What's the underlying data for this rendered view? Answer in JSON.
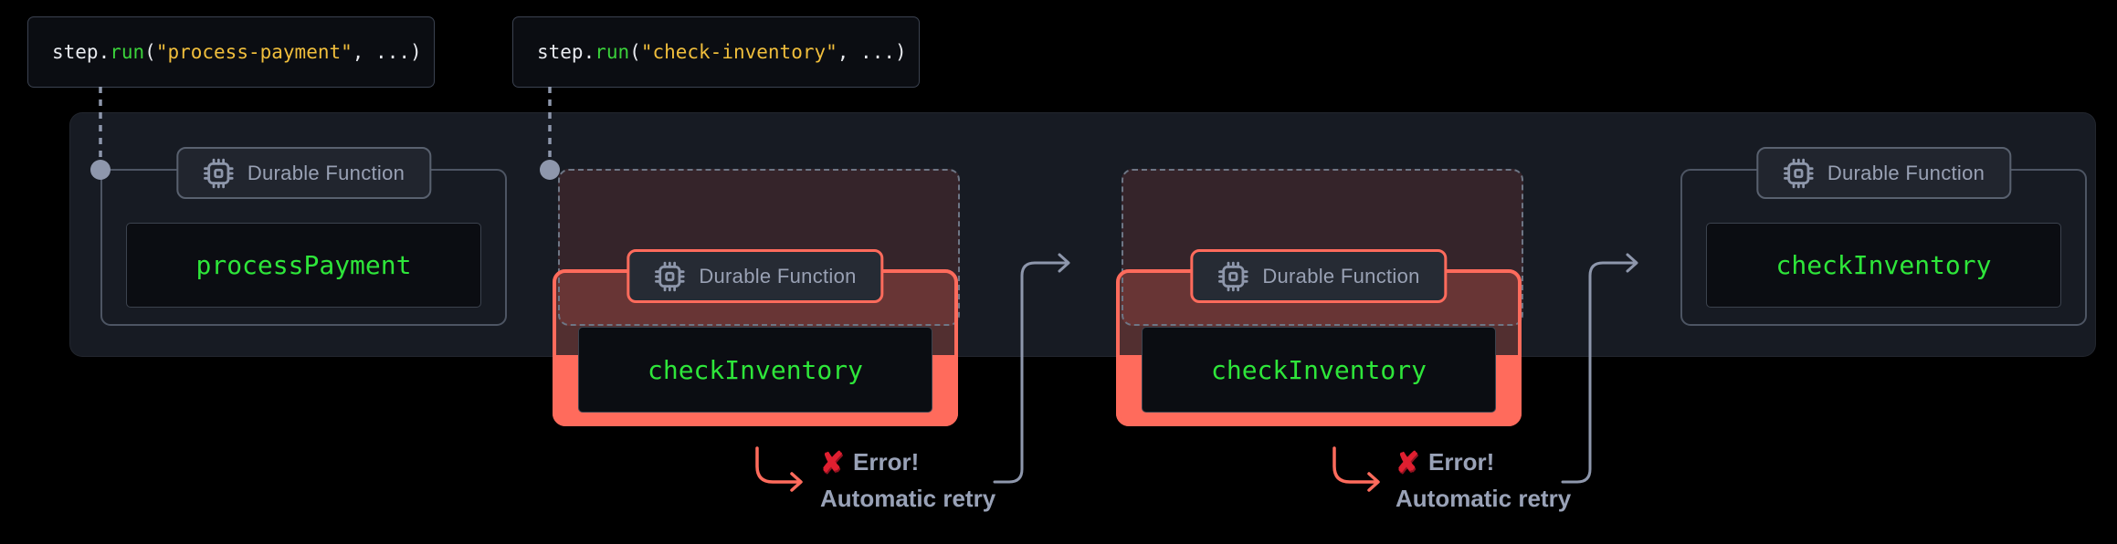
{
  "diagram": {
    "title": "Durable function automatic retry flow",
    "panel_background": "#171b23",
    "page_background": "#000000"
  },
  "code_labels": [
    {
      "object": "step",
      "dot": ".",
      "method": "run",
      "open_paren": "(",
      "string_arg": "\"process-payment\"",
      "close": ", ...)"
    },
    {
      "object": "step",
      "dot": ".",
      "method": "run",
      "open_paren": "(",
      "string_arg": "\"check-inventory\"",
      "close": ", ...)"
    }
  ],
  "groups": [
    {
      "kind": "normal",
      "badge": "Durable Function",
      "function_name": "processPayment"
    },
    {
      "kind": "error",
      "badge": "Durable Function",
      "function_name": "checkInventory"
    },
    {
      "kind": "error",
      "badge": "Durable Function",
      "function_name": "checkInventory"
    },
    {
      "kind": "normal",
      "badge": "Durable Function",
      "function_name": "checkInventory"
    }
  ],
  "errors": [
    {
      "x_icon": "✘",
      "title": "Error!",
      "subtitle": "Automatic retry"
    },
    {
      "x_icon": "✘",
      "title": "Error!",
      "subtitle": "Automatic retry"
    }
  ],
  "icons": {
    "badge_icon": "cpu-chip-icon",
    "anchor_dot": "step-anchor-dot"
  },
  "colors": {
    "accent_error": "#ff6b5c",
    "accent_success_text": "#2ee63a",
    "string_literal": "#f0be3c",
    "method_green": "#3bd23b",
    "muted_text": "#99a1b4",
    "annotation_text": "#99a2b7",
    "connector_gray": "#8e97ac",
    "error_x_red": "#e01f30"
  }
}
